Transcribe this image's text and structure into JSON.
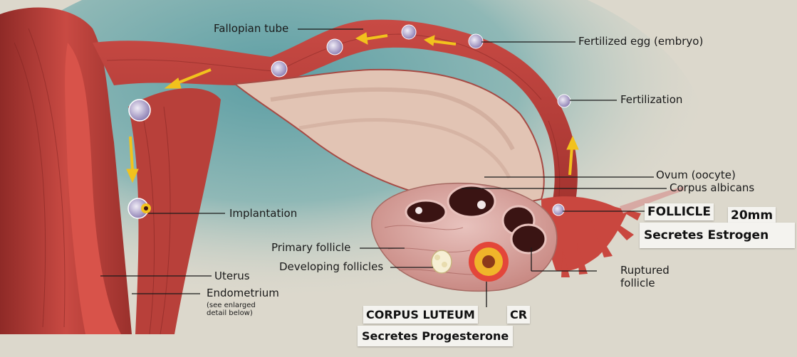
{
  "labels": {
    "fallopian_tube": "Fallopian tube",
    "fertilized_egg": "Fertilized egg (embryo)",
    "fertilization": "Fertilization",
    "ovum": "Ovum (oocyte)",
    "corpus_albicans": "Corpus albicans",
    "implantation": "Implantation",
    "primary_follicle": "Primary follicle",
    "developing_follicles": "Developing follicles",
    "uterus": "Uterus",
    "endometrium": "Endometrium",
    "endometrium_note_1": "(see enlarged",
    "endometrium_note_2": "detail below)",
    "ruptured_follicle_1": "Ruptured",
    "ruptured_follicle_2": "follicle"
  },
  "stickers": {
    "follicle_title": "FOLLICLE",
    "follicle_size": "20mm",
    "follicle_note": "Secretes Estrogen",
    "corpus_luteum_title": "CORPUS LUTEUM",
    "corpus_luteum_abbrev": "CR",
    "corpus_luteum_note": "Secretes Progesterone"
  },
  "colors": {
    "background": "#dcd8cc",
    "muscle": "#b83a36",
    "ovary": "#d9a6a0",
    "arrow": "#f2c21d",
    "sticker": "#f4f3ef"
  }
}
